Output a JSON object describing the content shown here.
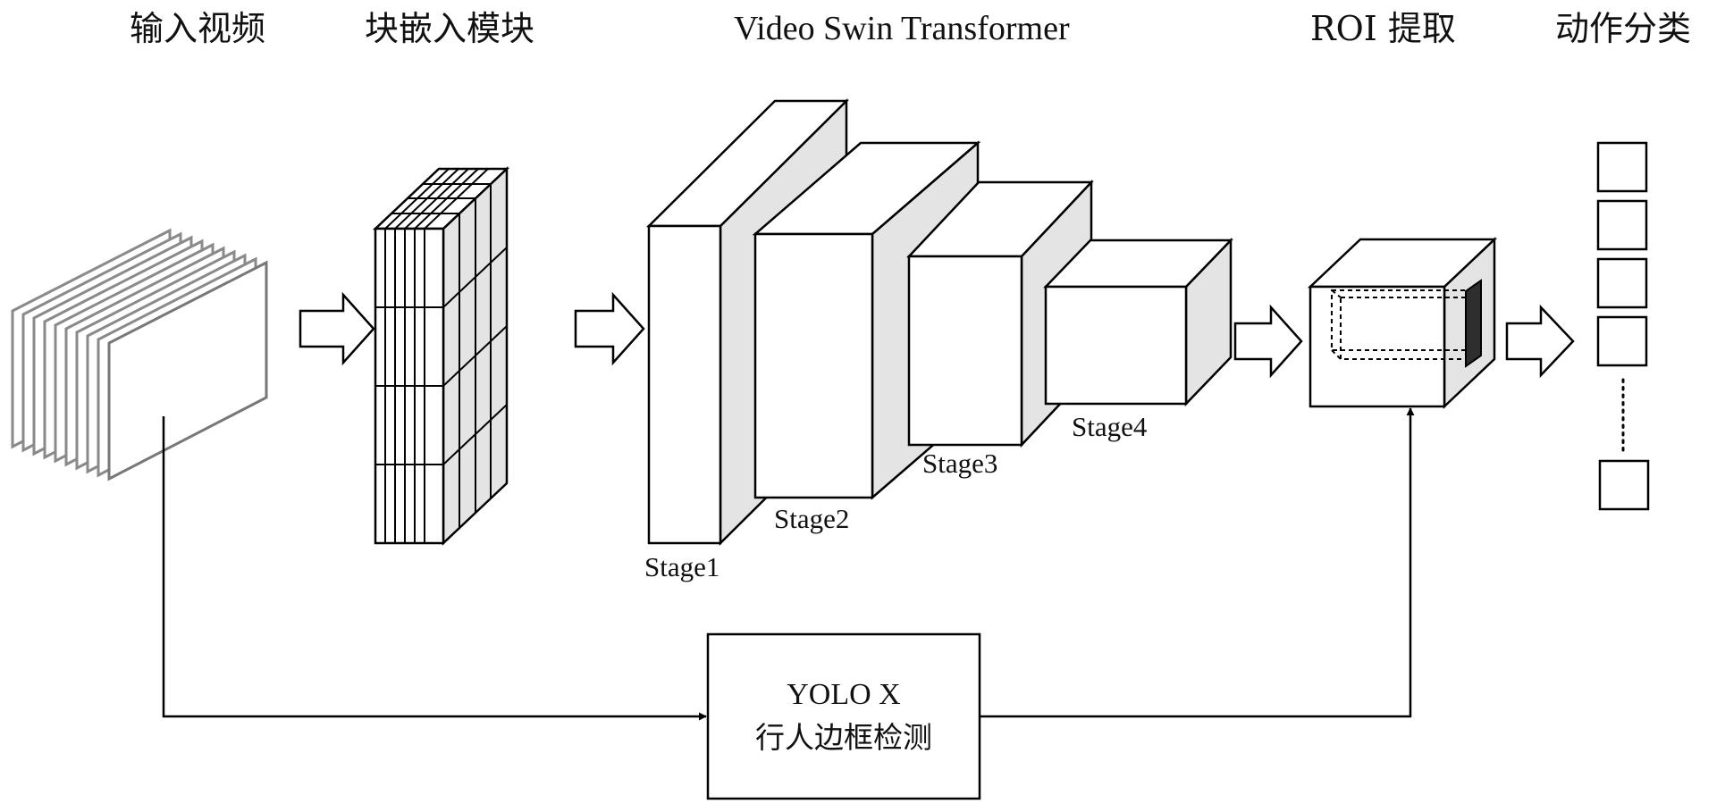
{
  "headers": {
    "input_video": "输入视频",
    "patch_embedding": "块嵌入模块",
    "transformer": "Video Swin Transformer",
    "roi_extract": "ROI 提取",
    "action_class": "动作分类"
  },
  "stages": [
    "Stage1",
    "Stage2",
    "Stage3",
    "Stage4"
  ],
  "detector": {
    "name": "YOLO X",
    "desc": "行人边框检测"
  },
  "colors": {
    "stroke": "#000000",
    "face": "#ffffff",
    "side": "#e4e4e4",
    "dark": "#2e2e2e",
    "frame_edge": "#8a8a8a"
  }
}
